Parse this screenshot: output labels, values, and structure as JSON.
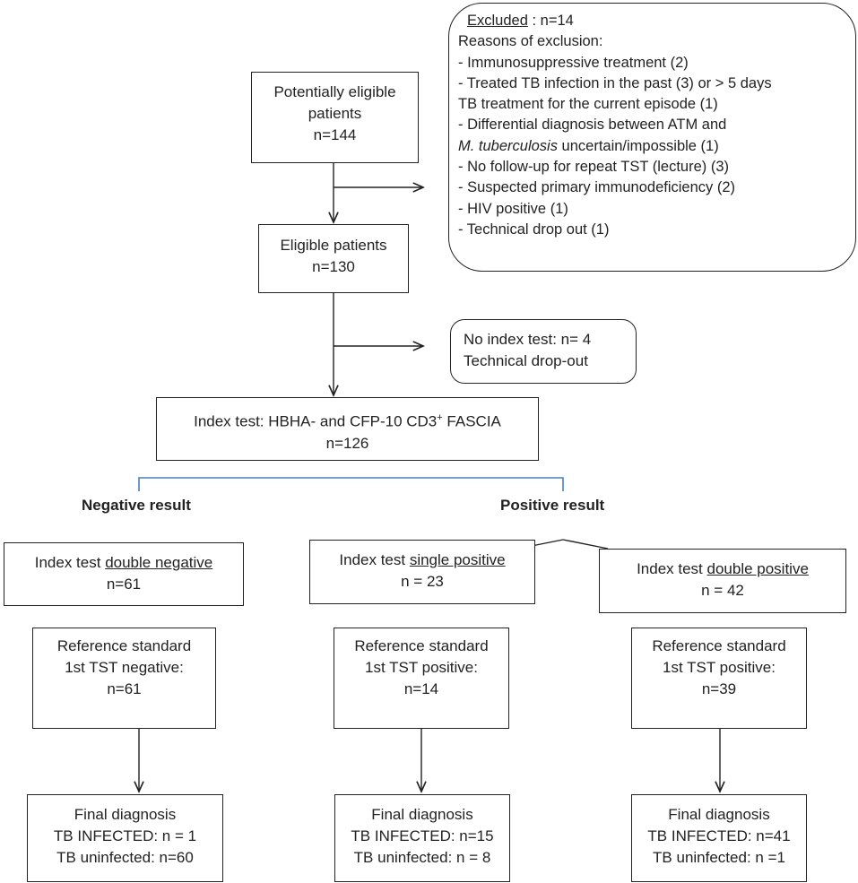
{
  "potential": {
    "line1": "Potentially eligible",
    "line2": "patients",
    "line3": "n=144"
  },
  "eligible": {
    "line1": "Eligible patients",
    "line2": "n=130"
  },
  "excluded": {
    "title": "Excluded",
    "title_suffix": " : n=14",
    "header": "Reasons of exclusion:",
    "r1": "- Immunosuppressive  treatment (2)",
    "r2": "- Treated TB infection in the past (3) or > 5 days",
    "r3": "TB treatment  for the current episode (1)",
    "r4": "- Differential diagnosis between ATM and",
    "r5_italic": "M. tuberculosis",
    "r5_rest": " uncertain/impossible (1)",
    "r6": "- No follow-up for repeat TST (lecture) (3)",
    "r7": "- Suspected primary immunodeficiency (2)",
    "r8": "- HIV positive (1)",
    "r9": "- Technical drop out (1)"
  },
  "no_index": {
    "line1": "No index test: n= 4",
    "line2": "Technical drop-out"
  },
  "index": {
    "line1_pre": "Index test: HBHA- and CFP-10 CD3",
    "line1_sup": "+",
    "line1_post": " FASCIA",
    "line2": "n=126"
  },
  "labels": {
    "negative": "Negative result",
    "positive": "Positive result"
  },
  "col_neg": {
    "index_pre": "Index test  ",
    "index_u": "double  negative",
    "index_n": "n=61",
    "ref1": "Reference standard",
    "ref2": "1st TST negative:",
    "ref3": "n=61",
    "fin1": "Final diagnosis",
    "fin2": "TB INFECTED: n = 1",
    "fin3": "TB uninfected: n=60"
  },
  "col_single": {
    "index_pre": "Index test  ",
    "index_u": "single positive",
    "index_n": "n = 23",
    "ref1": "Reference standard",
    "ref2": "1st TST positive:",
    "ref3": "n=14",
    "fin1": "Final diagnosis",
    "fin2": "TB INFECTED: n=15",
    "fin3": "TB uninfected: n = 8"
  },
  "col_double": {
    "index_pre": "Index test ",
    "index_u": "double  positive",
    "index_n": "n = 42",
    "ref1": "Reference standard",
    "ref2": "1st TST positive:",
    "ref3": "n=39",
    "fin1": "Final diagnosis",
    "fin2": "TB INFECTED: n=41",
    "fin3": "TB uninfected: n =1"
  },
  "colors": {
    "bracket": "#4a7fc1",
    "line": "#222222"
  }
}
